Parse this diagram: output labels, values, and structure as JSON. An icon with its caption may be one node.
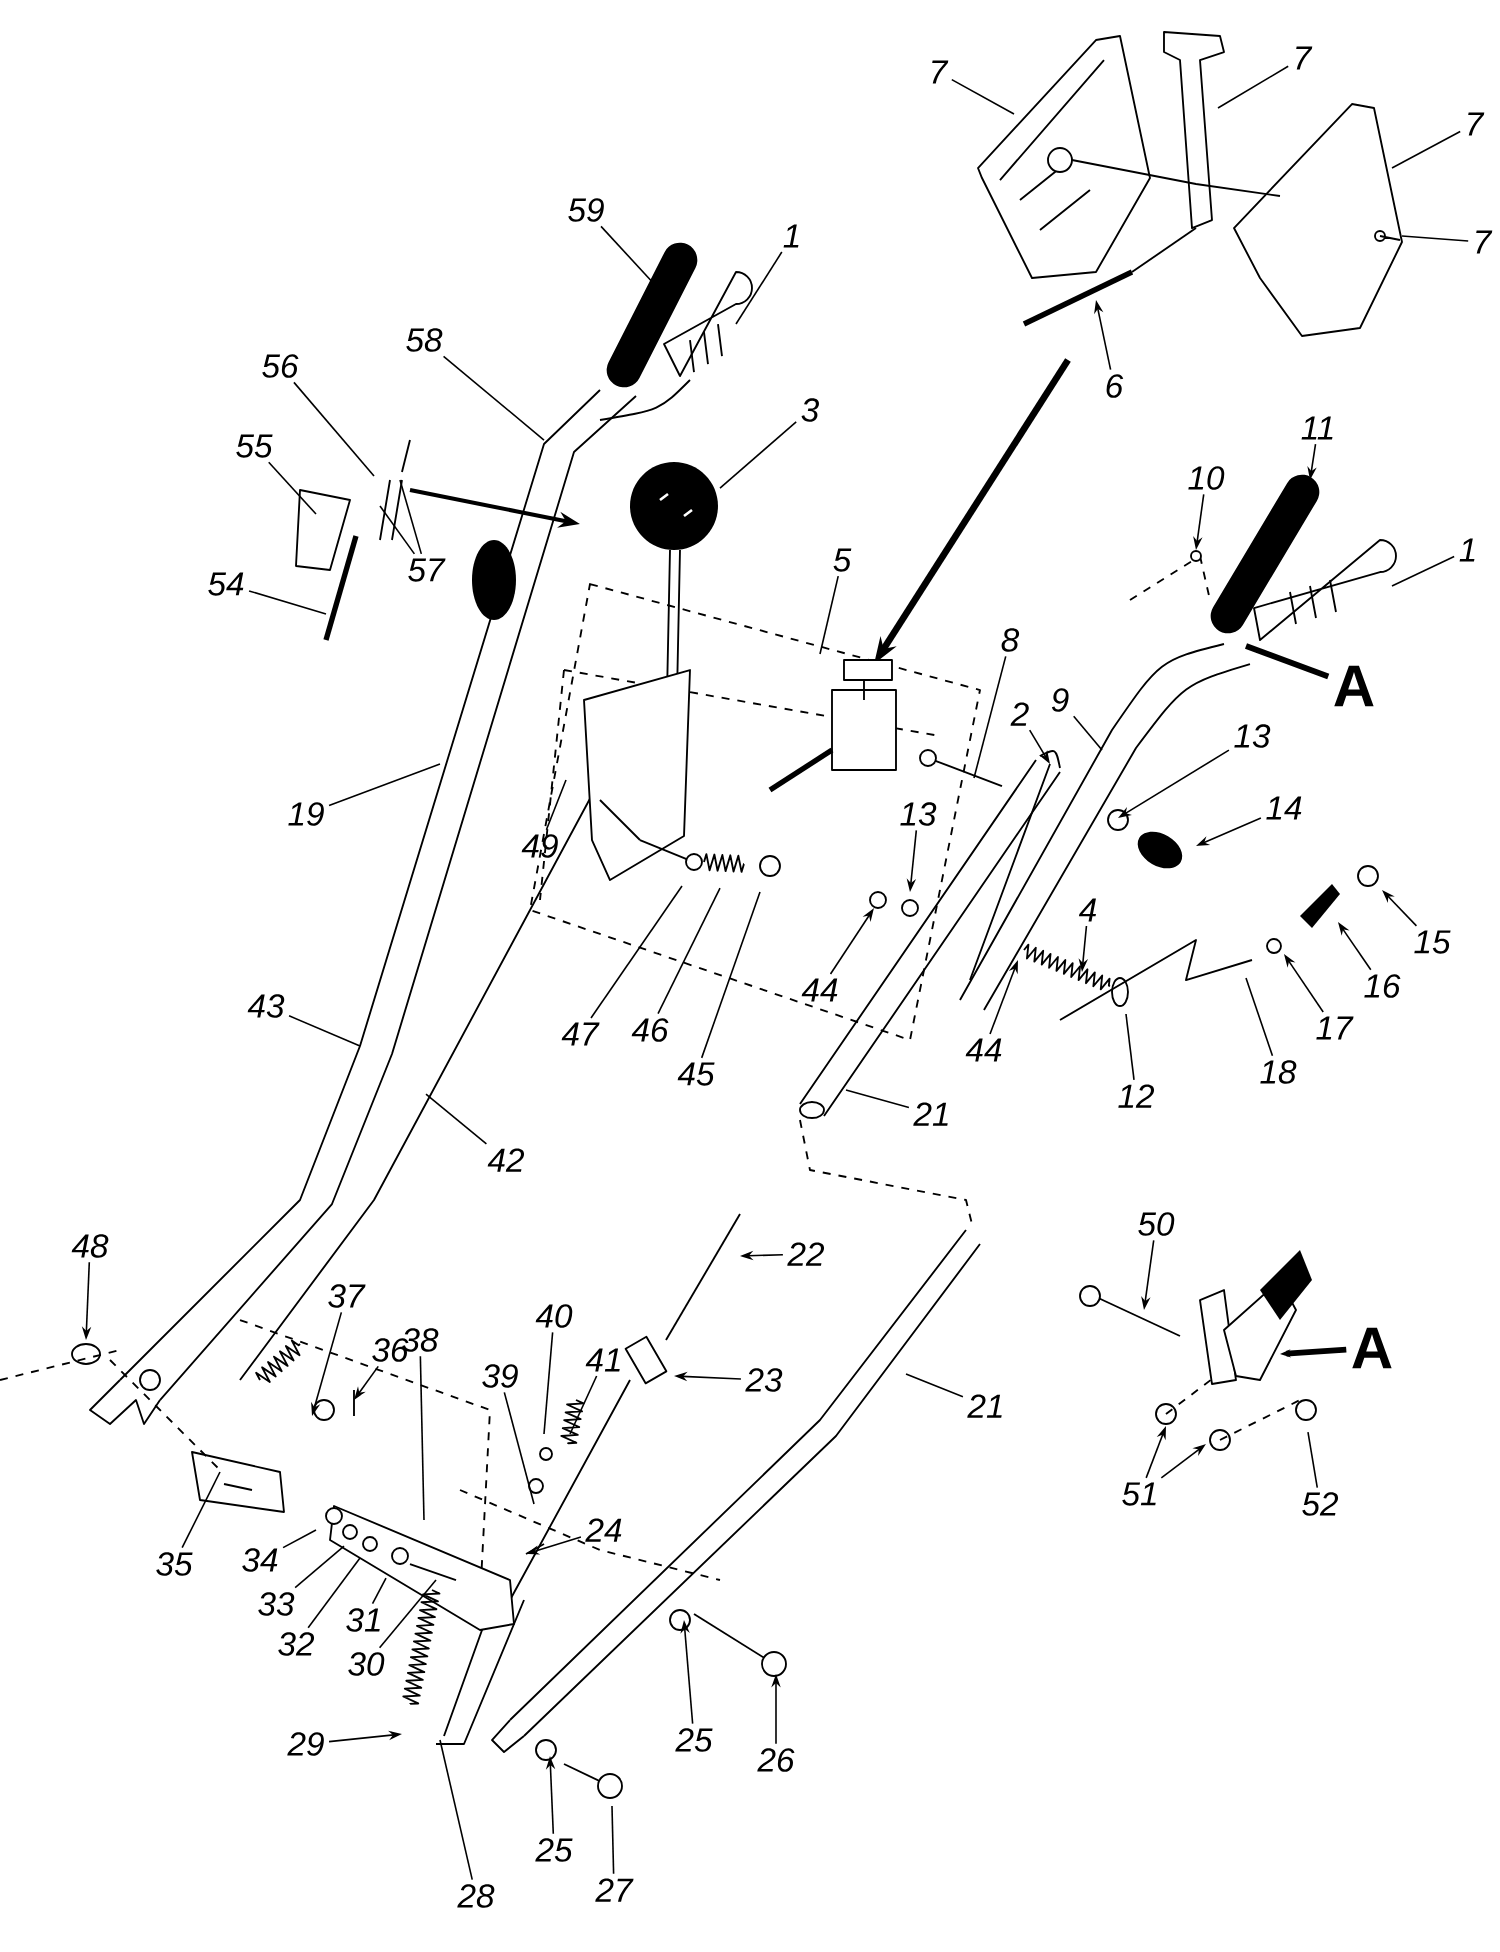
{
  "diagram": {
    "nodes": [
      {
        "text": [
          "7"
        ]
      },
      {
        "text": [
          "7"
        ]
      },
      {
        "text": [
          "7"
        ]
      },
      {
        "text": [
          "7"
        ]
      },
      {
        "text": [
          "59"
        ]
      },
      {
        "text": [
          "1"
        ]
      },
      {
        "text": [
          "3"
        ]
      },
      {
        "text": [
          "58"
        ]
      },
      {
        "text": [
          "56"
        ]
      },
      {
        "text": [
          "6"
        ]
      },
      {
        "text": [
          "10"
        ]
      },
      {
        "text": [
          "11"
        ]
      },
      {
        "text": [
          "55"
        ]
      },
      {
        "text": [
          "1"
        ]
      },
      {
        "text": [
          "54"
        ]
      },
      {
        "text": [
          "57"
        ]
      },
      {
        "text": [
          "5"
        ]
      },
      {
        "text": [
          "A"
        ]
      },
      {
        "text": [
          "8"
        ]
      },
      {
        "text": [
          "2"
        ]
      },
      {
        "text": [
          "9"
        ]
      },
      {
        "text": [
          "13"
        ]
      },
      {
        "text": [
          "14"
        ]
      },
      {
        "text": [
          "19"
        ]
      },
      {
        "text": [
          "13"
        ]
      },
      {
        "text": [
          "49"
        ]
      },
      {
        "text": [
          "15"
        ]
      },
      {
        "text": [
          "4"
        ]
      },
      {
        "text": [
          "16"
        ]
      },
      {
        "text": [
          "43"
        ]
      },
      {
        "text": [
          "47"
        ]
      },
      {
        "text": [
          "46"
        ]
      },
      {
        "text": [
          "44"
        ]
      },
      {
        "text": [
          "17"
        ]
      },
      {
        "text": [
          "44"
        ]
      },
      {
        "text": [
          "45"
        ]
      },
      {
        "text": [
          "18"
        ]
      },
      {
        "text": [
          "12"
        ]
      },
      {
        "text": [
          "21"
        ]
      },
      {
        "text": [
          "42"
        ]
      },
      {
        "text": [
          "50"
        ]
      },
      {
        "text": [
          "48"
        ]
      },
      {
        "text": [
          "22"
        ]
      },
      {
        "text": [
          "37"
        ]
      },
      {
        "text": [
          "40"
        ]
      },
      {
        "text": [
          "38"
        ]
      },
      {
        "text": [
          "36"
        ]
      },
      {
        "text": [
          "A"
        ]
      },
      {
        "text": [
          "23"
        ]
      },
      {
        "text": [
          "39"
        ]
      },
      {
        "text": [
          "41"
        ]
      },
      {
        "text": [
          "21"
        ]
      },
      {
        "text": [
          "24"
        ]
      },
      {
        "text": [
          "51"
        ]
      },
      {
        "text": [
          "52"
        ]
      },
      {
        "text": [
          "35"
        ]
      },
      {
        "text": [
          "34"
        ]
      },
      {
        "text": [
          "33"
        ]
      },
      {
        "text": [
          "31"
        ]
      },
      {
        "text": [
          "32"
        ]
      },
      {
        "text": [
          "30"
        ]
      },
      {
        "text": [
          "29"
        ]
      },
      {
        "text": [
          "25"
        ]
      },
      {
        "text": [
          "26"
        ]
      },
      {
        "text": [
          "28"
        ]
      },
      {
        "text": [
          "25"
        ]
      },
      {
        "text": [
          "27"
        ]
      }
    ],
    "edges": [
      {
        "from": 0,
        "to": null,
        "arrow": "none"
      },
      {
        "from": 1,
        "to": null,
        "arrow": "none"
      },
      {
        "from": 2,
        "to": null,
        "arrow": "none"
      },
      {
        "from": 3,
        "to": null,
        "arrow": "none"
      },
      {
        "from": 4,
        "to": null,
        "arrow": "none"
      },
      {
        "from": 5,
        "to": null,
        "arrow": "none"
      },
      {
        "from": 6,
        "to": null,
        "arrow": "none"
      },
      {
        "from": 7,
        "to": null,
        "arrow": "none"
      },
      {
        "from": 8,
        "to": null,
        "arrow": "none"
      },
      {
        "from": 9,
        "to": null,
        "arrow": "to"
      },
      {
        "from": 10,
        "to": null,
        "arrow": "to"
      },
      {
        "from": 11,
        "to": null,
        "arrow": "to"
      },
      {
        "from": 12,
        "to": null,
        "arrow": "none"
      },
      {
        "from": 13,
        "to": null,
        "arrow": "none"
      },
      {
        "from": 14,
        "to": null,
        "arrow": "none"
      },
      {
        "from": 15,
        "to": null,
        "arrow": "none"
      },
      {
        "from": 15,
        "to": null,
        "arrow": "none"
      },
      {
        "from": 16,
        "to": null,
        "arrow": "none"
      },
      {
        "from": 17,
        "to": null,
        "arrow": "none",
        "style": "thick"
      },
      {
        "from": 18,
        "to": null,
        "arrow": "none"
      },
      {
        "from": 19,
        "to": null,
        "arrow": "to"
      },
      {
        "from": 20,
        "to": null,
        "arrow": "none"
      },
      {
        "from": 21,
        "to": null,
        "arrow": "to"
      },
      {
        "from": 22,
        "to": null,
        "arrow": "to"
      },
      {
        "from": 23,
        "to": null,
        "arrow": "none"
      },
      {
        "from": 24,
        "to": null,
        "arrow": "to"
      },
      {
        "from": 25,
        "to": null,
        "arrow": "none"
      },
      {
        "from": 26,
        "to": null,
        "arrow": "to"
      },
      {
        "from": 27,
        "to": null,
        "arrow": "to"
      },
      {
        "from": 28,
        "to": null,
        "arrow": "to"
      },
      {
        "from": 29,
        "to": null,
        "arrow": "none"
      },
      {
        "from": 30,
        "to": null,
        "arrow": "none"
      },
      {
        "from": 31,
        "to": null,
        "arrow": "none"
      },
      {
        "from": 32,
        "to": null,
        "arrow": "to"
      },
      {
        "from": 33,
        "to": null,
        "arrow": "to"
      },
      {
        "from": 34,
        "to": null,
        "arrow": "to"
      },
      {
        "from": 35,
        "to": null,
        "arrow": "none"
      },
      {
        "from": 36,
        "to": null,
        "arrow": "none"
      },
      {
        "from": 37,
        "to": null,
        "arrow": "none"
      },
      {
        "from": 38,
        "to": null,
        "arrow": "none"
      },
      {
        "from": 39,
        "to": null,
        "arrow": "none"
      },
      {
        "from": 40,
        "to": null,
        "arrow": "to"
      },
      {
        "from": 41,
        "to": null,
        "arrow": "to"
      },
      {
        "from": 42,
        "to": null,
        "arrow": "to"
      },
      {
        "from": 43,
        "to": null,
        "arrow": "to"
      },
      {
        "from": 44,
        "to": null,
        "arrow": "none"
      },
      {
        "from": 45,
        "to": null,
        "arrow": "none"
      },
      {
        "from": 46,
        "to": null,
        "arrow": "to"
      },
      {
        "from": 47,
        "to": null,
        "arrow": "to",
        "style": "thick"
      },
      {
        "from": 48,
        "to": null,
        "arrow": "to"
      },
      {
        "from": 49,
        "to": null,
        "arrow": "none"
      },
      {
        "from": 50,
        "to": null,
        "arrow": "none"
      },
      {
        "from": 51,
        "to": null,
        "arrow": "none"
      },
      {
        "from": 52,
        "to": null,
        "arrow": "to"
      },
      {
        "from": 53,
        "to": null,
        "arrow": "to"
      },
      {
        "from": 53,
        "to": null,
        "arrow": "to"
      },
      {
        "from": 54,
        "to": null,
        "arrow": "none"
      },
      {
        "from": 55,
        "to": null,
        "arrow": "none"
      },
      {
        "from": 56,
        "to": null,
        "arrow": "none"
      },
      {
        "from": 57,
        "to": null,
        "arrow": "none"
      },
      {
        "from": 58,
        "to": null,
        "arrow": "none"
      },
      {
        "from": 59,
        "to": null,
        "arrow": "none"
      },
      {
        "from": 60,
        "to": null,
        "arrow": "none"
      },
      {
        "from": 61,
        "to": null,
        "arrow": "to"
      },
      {
        "from": 62,
        "to": null,
        "arrow": "to"
      },
      {
        "from": 63,
        "to": null,
        "arrow": "to"
      },
      {
        "from": 64,
        "to": null,
        "arrow": "none"
      },
      {
        "from": 65,
        "to": null,
        "arrow": "to"
      },
      {
        "from": 66,
        "to": null,
        "arrow": "none"
      }
    ]
  }
}
